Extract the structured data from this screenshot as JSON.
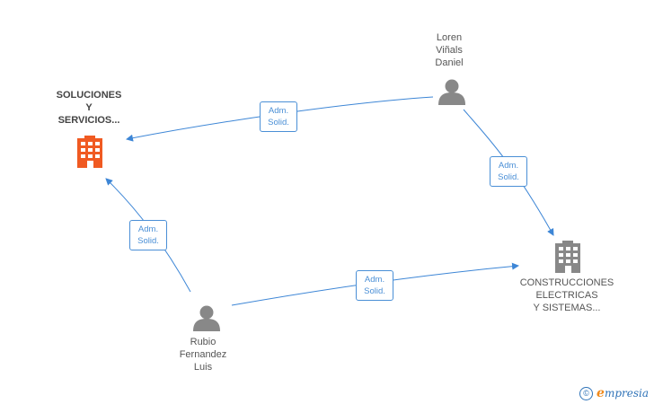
{
  "colors": {
    "edge": "#3d86d6",
    "person_icon": "#888888",
    "company_highlight": "#f05a22",
    "company_default": "#888888"
  },
  "nodes": {
    "company_main": {
      "lines": [
        "SOLUCIONES",
        "Y",
        "SERVICIOS..."
      ],
      "icon": "building-icon"
    },
    "company_other": {
      "lines": [
        "CONSTRUCCIONES",
        "ELECTRICAS",
        "Y SISTEMAS..."
      ],
      "icon": "building-icon"
    },
    "person_loren": {
      "lines": [
        "Loren",
        "Viñals",
        "Daniel"
      ],
      "icon": "person-icon"
    },
    "person_rubio": {
      "lines": [
        "Rubio",
        "Fernandez",
        "Luis"
      ],
      "icon": "person-icon"
    }
  },
  "edges": [
    {
      "from": "person_loren",
      "to": "company_main",
      "label": [
        "Adm.",
        "Solid."
      ]
    },
    {
      "from": "person_loren",
      "to": "company_other",
      "label": [
        "Adm.",
        "Solid."
      ]
    },
    {
      "from": "person_rubio",
      "to": "company_main",
      "label": [
        "Adm.",
        "Solid."
      ]
    },
    {
      "from": "person_rubio",
      "to": "company_other",
      "label": [
        "Adm.",
        "Solid."
      ]
    }
  ],
  "watermark": {
    "symbol": "©",
    "brand_initial": "e",
    "brand_rest": "mpresia"
  }
}
